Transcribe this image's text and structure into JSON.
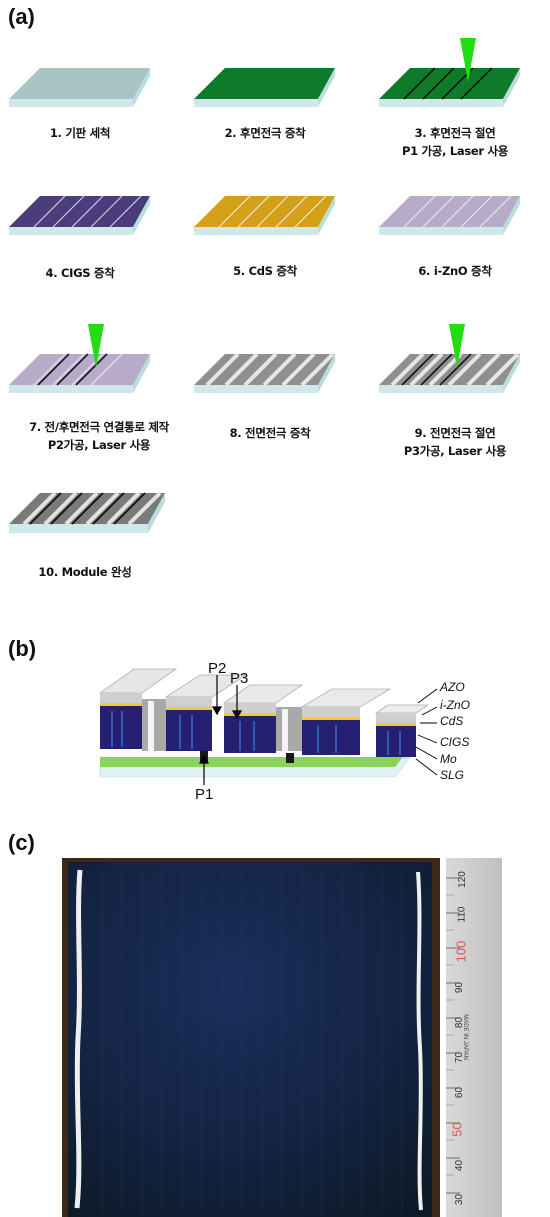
{
  "panels": {
    "a": "(a)",
    "b": "(b)",
    "c": "(c)"
  },
  "steps": [
    {
      "label": "1. 기판 세척",
      "sub": ""
    },
    {
      "label": "2. 후면전극 증착",
      "sub": ""
    },
    {
      "label": "3. 후면전극 절연",
      "sub": "P1 가공, Laser 사용"
    },
    {
      "label": "4. CIGS 증착",
      "sub": ""
    },
    {
      "label": "5. CdS 증착",
      "sub": ""
    },
    {
      "label": "6. i-ZnO 증착",
      "sub": ""
    },
    {
      "label": "7. 전/후면전극 연결통로 제작",
      "sub": "P2가공, Laser 사용"
    },
    {
      "label": "8. 전면전극 증착",
      "sub": ""
    },
    {
      "label": "9. 전면전극 절연",
      "sub": "P3가공, Laser 사용"
    },
    {
      "label": "10. Module 완성",
      "sub": ""
    }
  ],
  "structure": {
    "scribes": {
      "p1": "P1",
      "p2": "P2",
      "p3": "P3"
    },
    "layers": [
      "AZO",
      "i-ZnO",
      "CdS",
      "CIGS",
      "Mo",
      "SLG"
    ]
  },
  "photo": {
    "ruler_numbers": [
      "120",
      "110",
      "100",
      "90",
      "80",
      "70",
      "60",
      "50",
      "40",
      "30"
    ],
    "ruler_text": "MADE IN JAPAN"
  },
  "colors": {
    "glass_top": "#a7c3c4",
    "glass_side": "#cfe9ea",
    "mo": "#0f7a2a",
    "cigs": "#4b3d7c",
    "cds": "#d4a017",
    "izno": "#b7abc9",
    "front": "#9a9a9a",
    "laser": "#22dd11"
  }
}
